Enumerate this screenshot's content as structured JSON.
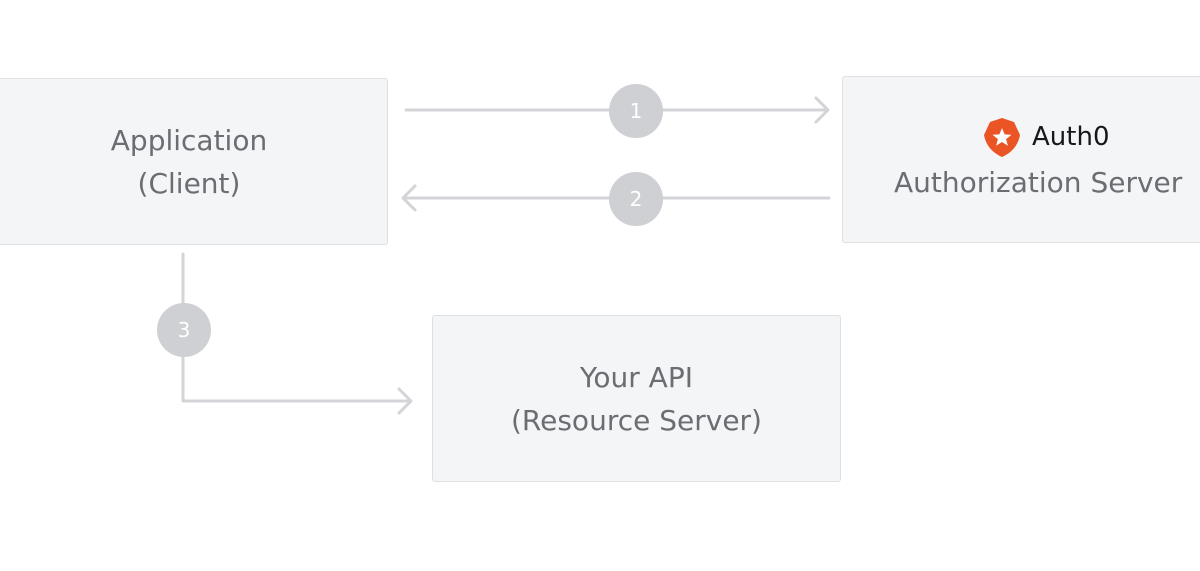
{
  "nodes": {
    "client": {
      "line1": "Application",
      "line2": "(Client)"
    },
    "authorization_server": {
      "brand": "Auth0",
      "label": "Authorization Server"
    },
    "resource_server": {
      "line1": "Your API",
      "line2": "(Resource Server)"
    }
  },
  "steps": [
    {
      "number": "1"
    },
    {
      "number": "2"
    },
    {
      "number": "3"
    }
  ],
  "colors": {
    "box_fill": "#f4f5f7",
    "box_border": "#dfe0e4",
    "text": "#6c6d73",
    "connector": "#d3d4d8",
    "step_badge": "#cfd0d4",
    "brand_orange": "#eb5424"
  }
}
